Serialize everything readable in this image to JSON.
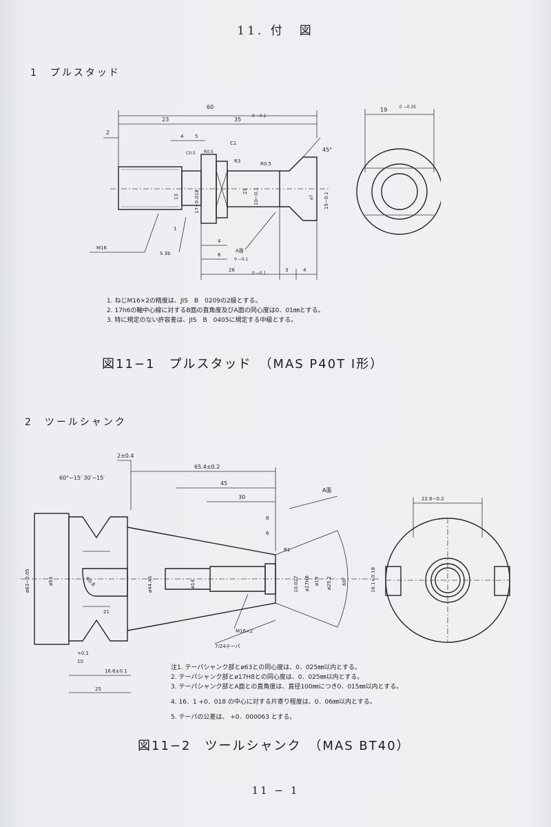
{
  "page": {
    "chapter_title": "11. 付　図",
    "page_number": "11 − 1"
  },
  "section1": {
    "heading": "1　プルスタッド",
    "caption": "図11−1　プルスタッド　（MAS  P40T  Ⅰ形）",
    "notes": [
      "1. ねじM16×2の精度は、JIS　B　0209の2級とする。",
      "2. 17h6の軸中心線に対するB面の直角度及びA面の同心度は0．01㎜とする。",
      "3. 特に規定のない許容差は、JIS　B　0405に規定する中級とする。"
    ],
    "dims": {
      "overall": "60",
      "d23": "23",
      "d35": "35",
      "tol35": "0\n−0.1",
      "d2": "2",
      "d4": "4",
      "d5": "5",
      "c1": "C1",
      "r05": "R0.5",
      "r05b": "R0.5",
      "c05": "C0.5",
      "r3": "R3",
      "angle45": "45°",
      "d13": "13",
      "d17": "17−0.018",
      "d21": "21",
      "d10": "10−0.1",
      "d15": "15−0.1",
      "dia7": "ø7",
      "m16": "M16",
      "s3b": "S 3b",
      "a_face": "A面",
      "d4b": "4",
      "d6": "6",
      "tol6": "0\n−0.1",
      "d26": "26",
      "tol26": "0\n−0.1",
      "d3": "3",
      "d4c": "4",
      "d1": "1",
      "width19": "19",
      "tol19": "0\n−0.35"
    }
  },
  "section2": {
    "heading": "2　ツールシャンク",
    "caption": "図11−2　ツールシャンク　（MAS  BT40）",
    "notes": [
      "注1. テーパシャンク部とø63との同心度は、0．025㎜以内とする。",
      "2. テーパシャンク部とø17H8との同心度は、0．025㎜以内とする。",
      "3. テーパシャンク部とA面との直角度は、直径100㎜につき0．015㎜以内とする。",
      "4. 16．1 +0．018 の中心に対する片寄り程度は、0．06㎜以内とする。",
      "5. テーパの公差は、 +0．000063 とする。"
    ],
    "dims": {
      "d2": "2±0.4",
      "angle": "60°−15′  30′−15′",
      "d654": "65.4±0.2",
      "d45": "45",
      "d30": "30",
      "a_face": "A面",
      "d8": "8",
      "d6": "6",
      "r1": "R1",
      "r08": "R0.8",
      "dia63": "ø63−0.05",
      "dia53": "ø53",
      "dia4445": "ø44.45",
      "dia14": "ø14",
      "dia17": "ø17H8",
      "dia19": "ø19",
      "dia252": "ø25.2",
      "angle60": "60°",
      "d161": "16.1+0.18",
      "d10": "10.027",
      "m16": "M16×2",
      "taper": "7/24テーパ",
      "d21": "21",
      "d01": "+0.1",
      "d10b": "10",
      "d166": "16.6±0.1",
      "d25": "25",
      "width226": "22.6−0.2"
    }
  },
  "colors": {
    "paper": "#eceef1",
    "ink": "#1c1c1c"
  }
}
